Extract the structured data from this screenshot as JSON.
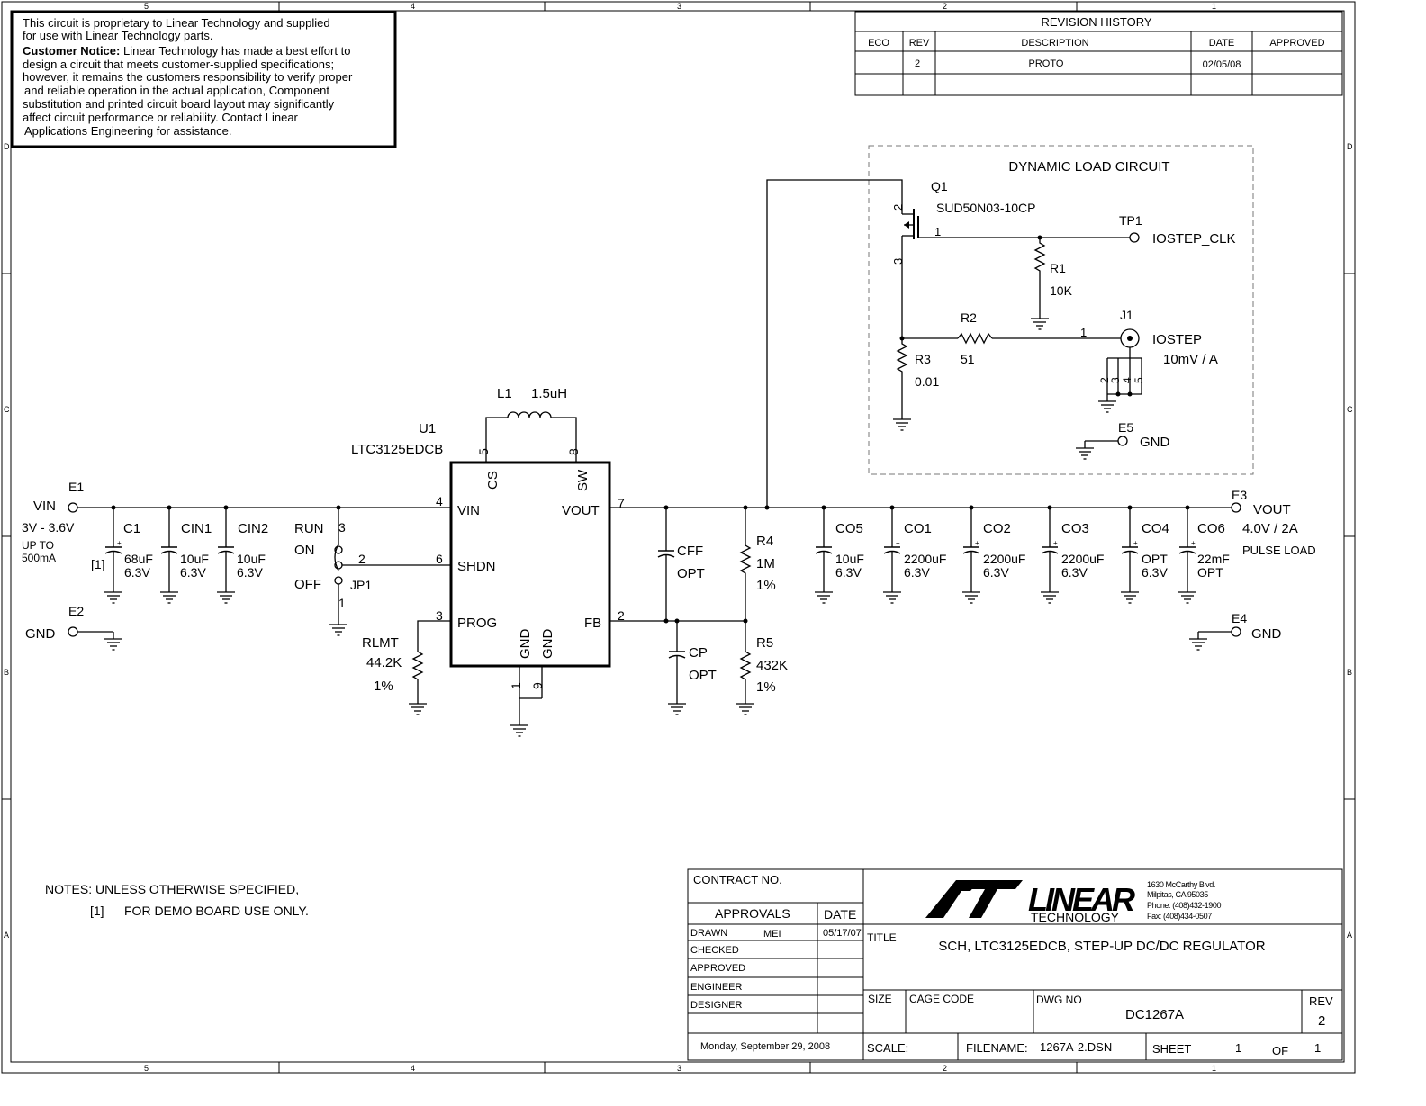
{
  "border": {
    "top_zones": [
      "5",
      "4",
      "3",
      "2",
      "1"
    ],
    "bottom_zones": [
      "5",
      "4",
      "3",
      "2",
      "1"
    ],
    "side_zones": [
      "D",
      "C",
      "B",
      "A"
    ]
  },
  "notice": {
    "line1": "This circuit is proprietary to Linear Technology and supplied",
    "line2": "for use with Linear Technology parts.",
    "bold_lead": "Customer Notice:",
    "line3_rest": " Linear Technology has made a best effort to",
    "line4": "design a circuit that meets customer-supplied specifications;",
    "line5": "however, it remains the customers responsibility to verify proper",
    "line6": "and reliable operation in the actual application, Component",
    "line7": "substitution and printed circuit board layout may significantly",
    "line8": "affect circuit performance or reliability. Contact Linear",
    "line9": "Applications Engineering for assistance."
  },
  "revision": {
    "title": "REVISION HISTORY",
    "headers": [
      "ECO",
      "REV",
      "DESCRIPTION",
      "DATE",
      "APPROVED"
    ],
    "row": {
      "eco": "",
      "rev": "2",
      "description": "PROTO",
      "date": "02/05/08",
      "approved": ""
    }
  },
  "dynamic_load": {
    "title": "DYNAMIC LOAD CIRCUIT",
    "q1_ref": "Q1",
    "q1_part": "SUD50N03-10CP",
    "q1_pin_d": "2",
    "q1_pin_g": "1",
    "q1_pin_s": "3",
    "tp1_ref": "TP1",
    "tp1_net": "IOSTEP_CLK",
    "r1_ref": "R1",
    "r1_val": "10K",
    "r2_ref": "R2",
    "r2_val": "51",
    "r3_ref": "R3",
    "r3_val": "0.01",
    "j1_ref": "J1",
    "j1_pin1": "1",
    "j1_net": "IOSTEP",
    "j1_scale": "10mV / A",
    "j1_pins": [
      "2",
      "3",
      "4",
      "5"
    ],
    "e5_ref": "E5",
    "e5_net": "GND"
  },
  "input": {
    "e1_ref": "E1",
    "e1_net": "VIN",
    "range": "3V - 3.6V",
    "upto": "UP TO",
    "current": "500mA",
    "e2_ref": "E2",
    "e2_net": "GND",
    "c1_ref": "C1",
    "c1_val": "68uF",
    "c1_v": "6.3V",
    "c1_note": "[1]",
    "cin1_ref": "CIN1",
    "cin1_val": "10uF",
    "cin1_v": "6.3V",
    "cin2_ref": "CIN2",
    "cin2_val": "10uF",
    "cin2_v": "6.3V"
  },
  "jumper": {
    "run": "RUN",
    "on": "ON",
    "off": "OFF",
    "ref": "JP1",
    "pin3": "3",
    "pin2": "2",
    "pin1": "1"
  },
  "ic": {
    "ref": "U1",
    "part": "LTC3125EDCB",
    "l1_ref": "L1",
    "l1_val": "1.5uH",
    "pin_cs": "CS",
    "pin_sw": "SW",
    "pin_cs_n": "5",
    "pin_sw_n": "8",
    "pin_vin": "VIN",
    "pin_vin_n": "4",
    "pin_shdn": "SHDN",
    "pin_shdn_n": "6",
    "pin_prog": "PROG",
    "pin_prog_n": "3",
    "pin_vout": "VOUT",
    "pin_vout_n": "7",
    "pin_fb": "FB",
    "pin_fb_n": "2",
    "pin_gnd1": "GND",
    "pin_gnd2": "GND",
    "pin_gnd1_n": "1",
    "pin_gnd2_n": "9",
    "rlmt_ref": "RLMT",
    "rlmt_val": "44.2K",
    "rlmt_tol": "1%"
  },
  "output": {
    "cff_ref": "CFF",
    "cff_val": "OPT",
    "cp_ref": "CP",
    "cp_val": "OPT",
    "r4_ref": "R4",
    "r4_val": "1M",
    "r4_tol": "1%",
    "r5_ref": "R5",
    "r5_val": "432K",
    "r5_tol": "1%",
    "co5_ref": "CO5",
    "co5_val": "10uF",
    "co5_v": "6.3V",
    "co1_ref": "CO1",
    "co1_val": "2200uF",
    "co1_v": "6.3V",
    "co2_ref": "CO2",
    "co2_val": "2200uF",
    "co2_v": "6.3V",
    "co3_ref": "CO3",
    "co3_val": "2200uF",
    "co3_v": "6.3V",
    "co4_ref": "CO4",
    "co4_val": "OPT",
    "co4_v": "6.3V",
    "co6_ref": "CO6",
    "co6_val": "22mF",
    "co6_v": "OPT",
    "e3_ref": "E3",
    "e3_net": "VOUT",
    "e3_rating": "4.0V / 2A",
    "e3_note": "PULSE LOAD",
    "e4_ref": "E4",
    "e4_net": "GND"
  },
  "notes": {
    "heading": "NOTES: UNLESS OTHERWISE SPECIFIED,",
    "n1_mark": "[1]",
    "n1_text": "FOR DEMO BOARD USE ONLY."
  },
  "title_block": {
    "contract": "CONTRACT NO.",
    "approvals": "APPROVALS",
    "date_hdr": "DATE",
    "drawn": "DRAWN",
    "drawn_by": "MEI",
    "drawn_date": "05/17/07",
    "checked": "CHECKED",
    "approved": "APPROVED",
    "engineer": "ENGINEER",
    "designer": "DESIGNER",
    "logo_text": "LINEAR",
    "logo_sub": "TECHNOLOGY",
    "addr1": "1630 McCarthy Blvd.",
    "addr2": "Milpitas, CA 95035",
    "addr3": "Phone: (408)432-1900",
    "addr4": "Fax: (408)434-0507",
    "title_lbl": "TITLE",
    "title": "SCH, LTC3125EDCB, STEP-UP DC/DC REGULATOR",
    "size_lbl": "SIZE",
    "cage_lbl": "CAGE CODE",
    "dwg_lbl": "DWG NO",
    "rev_lbl": "REV",
    "dwg_no": "DC1267A",
    "rev": "2",
    "date_printed": "Monday, September 29, 2008",
    "scale_lbl": "SCALE:",
    "filename_lbl": "FILENAME:",
    "filename": "1267A-2.DSN",
    "sheet_lbl": "SHEET",
    "sheet": "1",
    "of_lbl": "OF",
    "of": "1"
  }
}
